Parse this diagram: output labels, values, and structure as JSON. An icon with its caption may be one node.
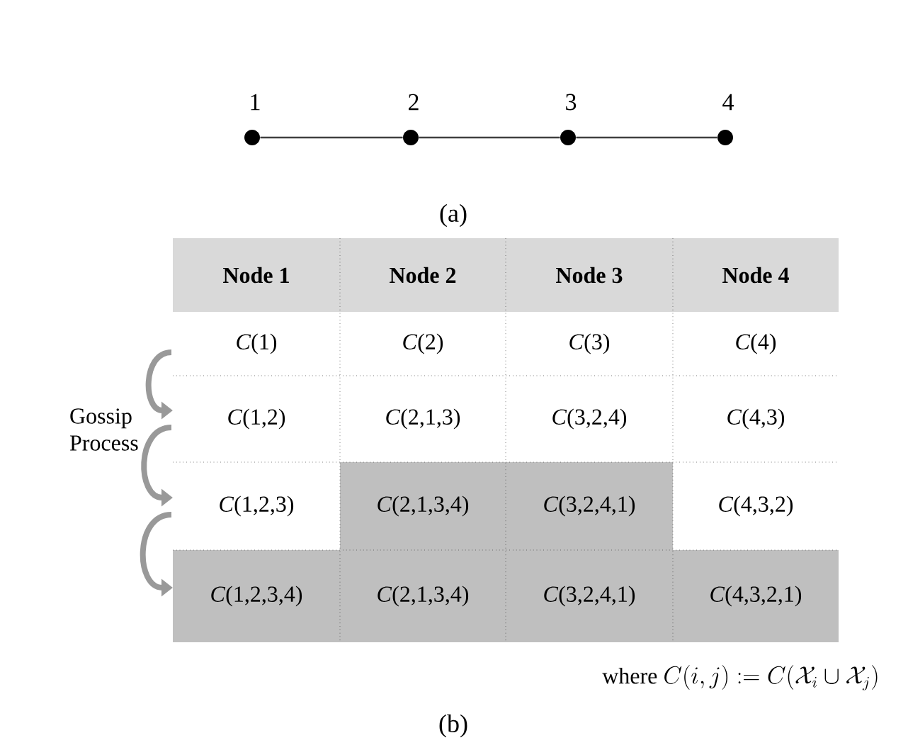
{
  "diagram": {
    "nodes": [
      {
        "text": [],
        "shape": "circle",
        "beside": [
          "1"
        ]
      },
      {
        "text": [],
        "shape": "circle",
        "beside": [
          "2"
        ]
      },
      {
        "text": [],
        "shape": "circle",
        "beside": [
          "3"
        ]
      },
      {
        "text": [],
        "shape": "circle",
        "beside": [
          "4"
        ]
      }
    ],
    "edges": [
      {
        "from": 0,
        "to": 1,
        "arrow": "none"
      },
      {
        "from": 1,
        "to": 2,
        "arrow": "none"
      },
      {
        "from": 2,
        "to": 3,
        "arrow": "none"
      }
    ],
    "labels": [
      "(a)",
      "Node 1",
      "Node 2",
      "Node 3",
      "Node 4",
      "*C*(1)",
      "*C*(2)",
      "*C*(3)",
      "*C*(4)",
      "*C*(1,2)",
      "*C*(2,1,3)",
      "*C*(3,2,4)",
      "*C*(4,3)",
      "*C*(1,2,3)",
      "*C*(2,1,3,4)",
      "*C*(3,2,4,1)",
      "*C*(4,3,2)",
      "*C*(1,2,3,4)",
      "*C*(2,1,3,4)",
      "*C*(3,2,4,1)",
      "*C*(4,3,2,1)",
      "Gossip Process",
      "where",
      "C(i, j) := C(\\mathcal{X}_i \\cup \\mathcal{X}_j)",
      "(b)"
    ]
  }
}
